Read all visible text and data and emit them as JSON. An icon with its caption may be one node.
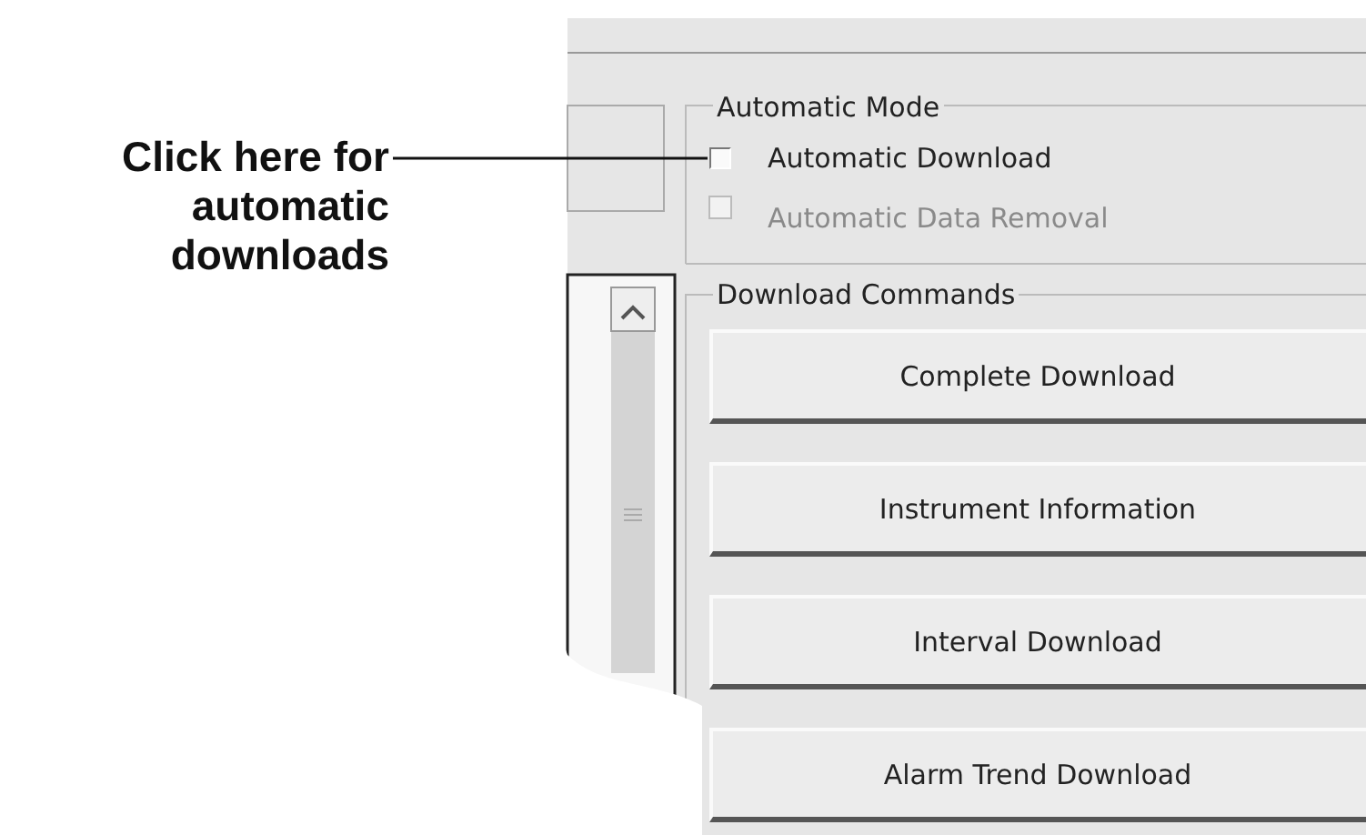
{
  "diagram": {
    "nodes": [
      {
        "text": [
          "Click here for automatic downloads"
        ]
      },
      {
        "text": [],
        "shape": "box"
      }
    ],
    "edges": [
      {
        "from": 0,
        "to": 1,
        "arrow": "none"
      }
    ],
    "labels": [
      "Automatic Mode",
      "Automatic Download",
      "Automatic Data Removal",
      "Download Commands",
      "Complete Download",
      "Instrument Information",
      "Interval Download",
      "Alarm Trend Download"
    ]
  }
}
